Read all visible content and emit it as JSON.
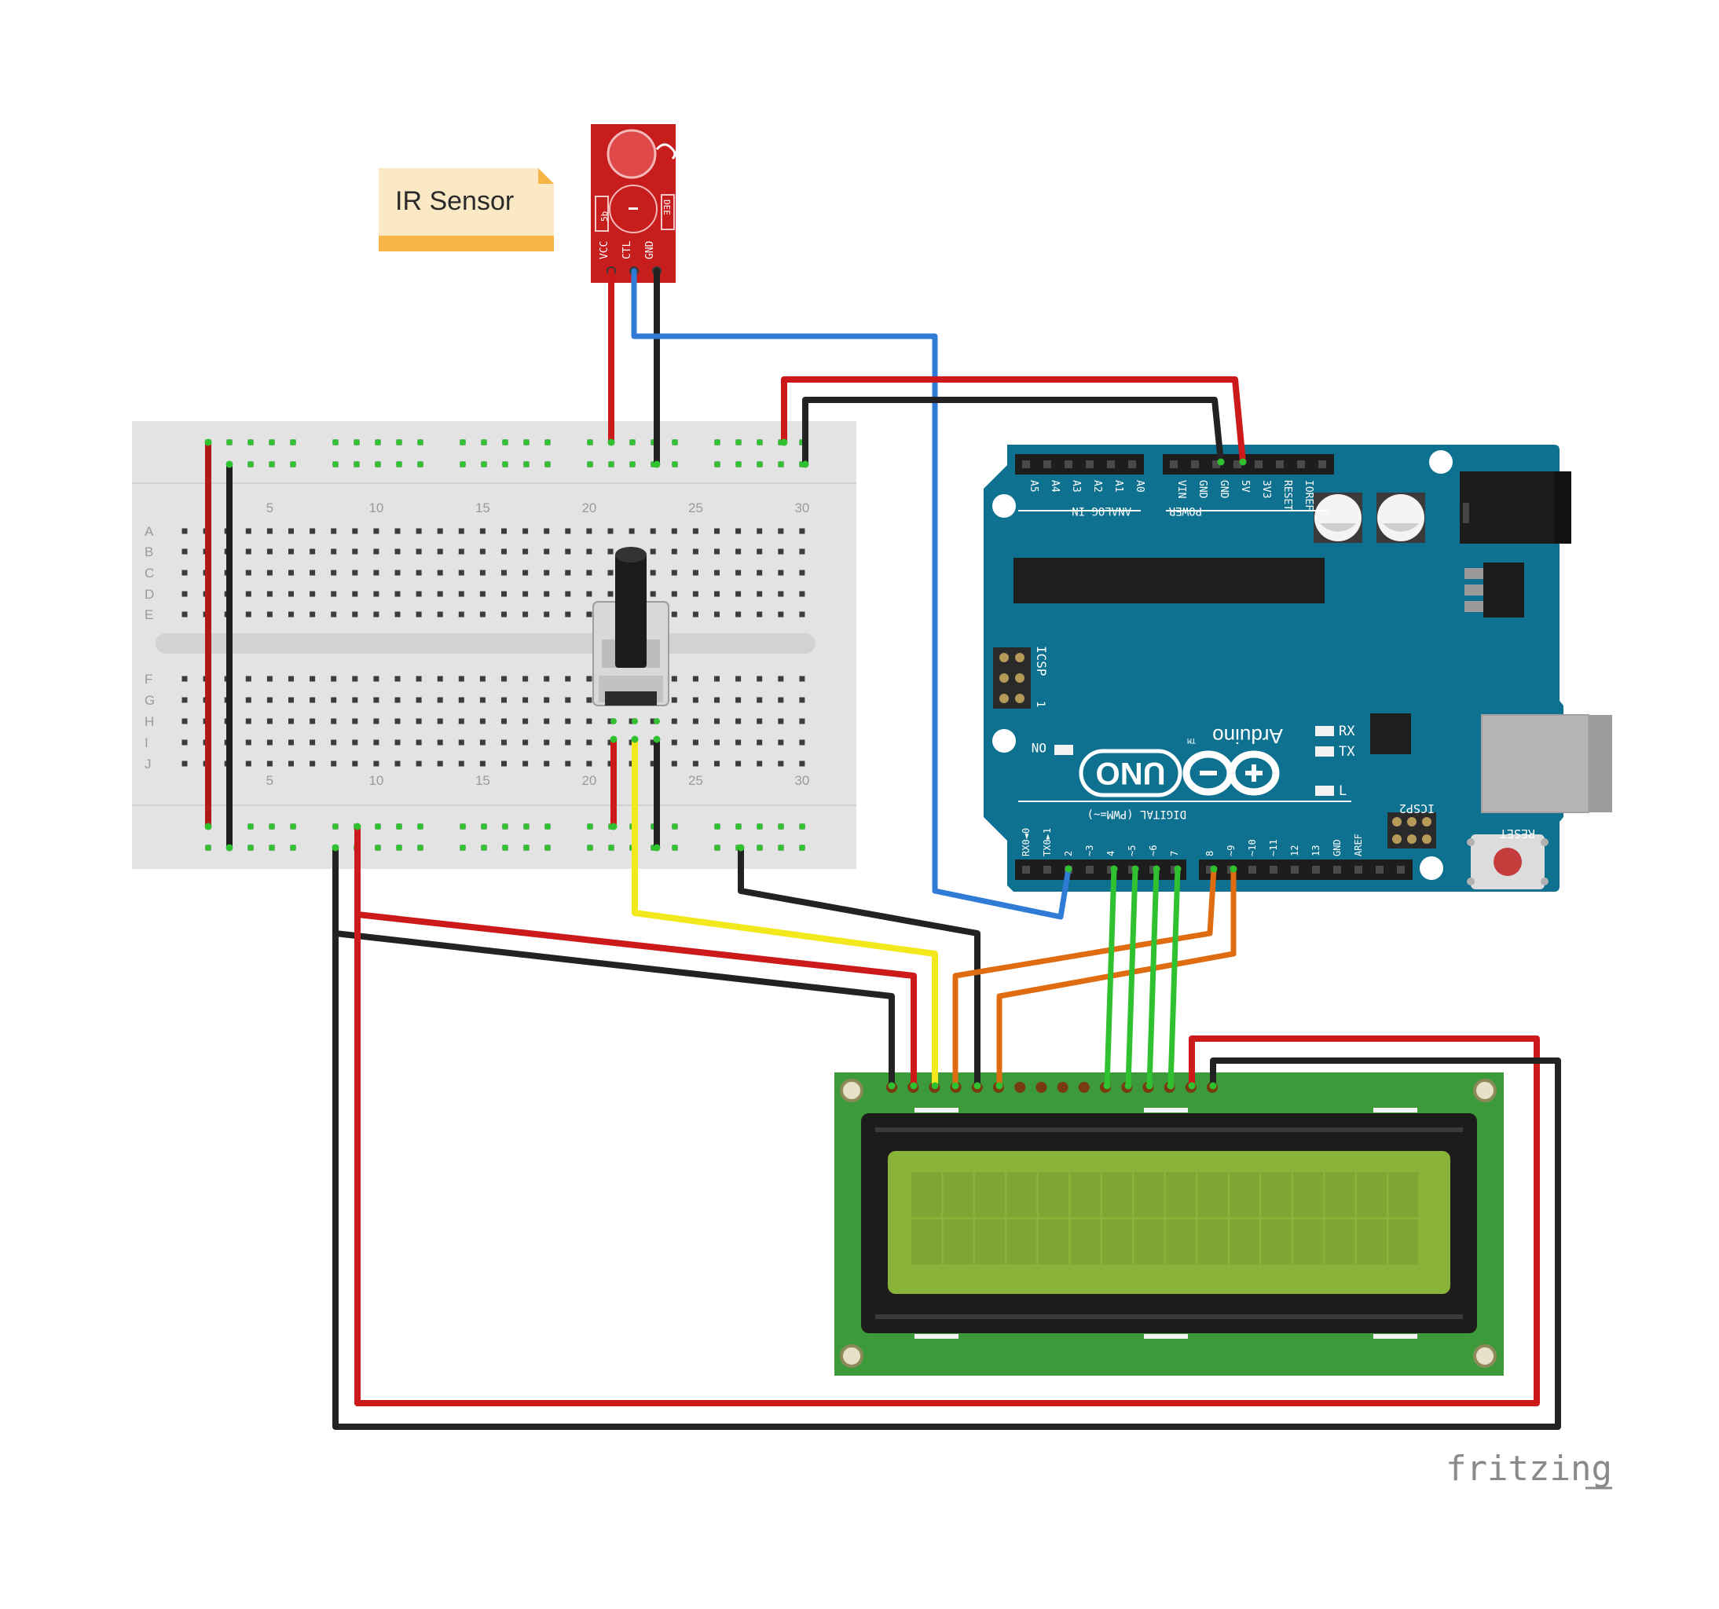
{
  "note": {
    "text": "IR Sensor"
  },
  "ir_sensor": {
    "pins": [
      "VCC",
      "CTL",
      "GND"
    ],
    "side_left": "5b",
    "side_right": "DEE"
  },
  "breadboard": {
    "rows_top": [
      "A",
      "B",
      "C",
      "D",
      "E"
    ],
    "rows_bottom": [
      "F",
      "G",
      "H",
      "I",
      "J"
    ],
    "column_numbers": [
      "5",
      "10",
      "15",
      "20",
      "25",
      "30"
    ]
  },
  "arduino": {
    "analog_pins": [
      "A5",
      "A4",
      "A3",
      "A2",
      "A1",
      "A0"
    ],
    "analog_label": "ANALOG IN",
    "power_pins": [
      "VIN",
      "GND",
      "GND",
      "5V",
      "3V3",
      "RESET",
      "IOREF"
    ],
    "power_label": "POWER",
    "icsp_label": "ICSP",
    "icsp2_label": "ICSP2",
    "on_label": "ON",
    "rx_label": "RX",
    "tx_label": "TX",
    "l_label": "L",
    "uno_label": "UNO",
    "brand": "Arduino",
    "tm": "TM",
    "reset_label": "RESET",
    "digital_label": "DIGITAL (PWM=~)",
    "digital_pins": [
      "RX0◄0",
      "TX0►1",
      "2",
      "~3",
      "4",
      "~5",
      "~6",
      "7",
      "8",
      "~9",
      "~10",
      "~11",
      "12",
      "13",
      "GND",
      "AREF"
    ],
    "icsp_one": "1"
  },
  "lcd": {
    "columns": 16,
    "rows": 2
  },
  "watermark": {
    "text": "fritzing"
  },
  "colors": {
    "red_wire": "#cc1a1a",
    "black_wire": "#222222",
    "blue_wire": "#2f7bd6",
    "yellow_wire": "#f2e81c",
    "orange_wire": "#e06c12",
    "green_wire": "#2fc12f",
    "arduino_board": "#0f7190",
    "lcd_pcb": "#3d9a3a",
    "lcd_screen": "#8ab33a",
    "sensor_board": "#c81d1d",
    "note_bg": "#fbe9c6",
    "note_bar": "#f6b547"
  }
}
